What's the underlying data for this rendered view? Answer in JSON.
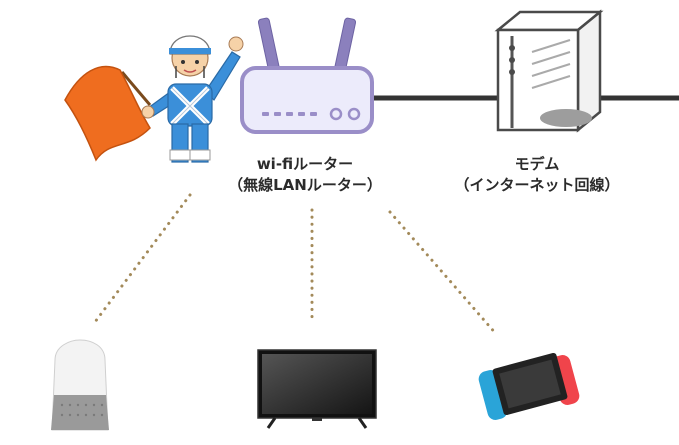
{
  "router": {
    "label_line1": "wi-fiルーター",
    "label_line2": "（無線LANルーター）"
  },
  "modem": {
    "label_line1": "モデム",
    "label_line2": "（インターネット回線）"
  },
  "colors": {
    "router_body": "#ecebfb",
    "router_outline": "#9a8ec8",
    "router_antenna": "#8b80bd",
    "cable": "#333333",
    "dotted_link": "#a38a5a",
    "flag": "#ef6d1f",
    "uniform": "#3b8fd9",
    "modem_body": "#ffffff",
    "modem_outline": "#4a4a4a"
  },
  "icons": [
    "traffic-guard-icon",
    "router-icon",
    "modem-icon",
    "smart-speaker-icon",
    "television-icon",
    "game-console-icon"
  ]
}
